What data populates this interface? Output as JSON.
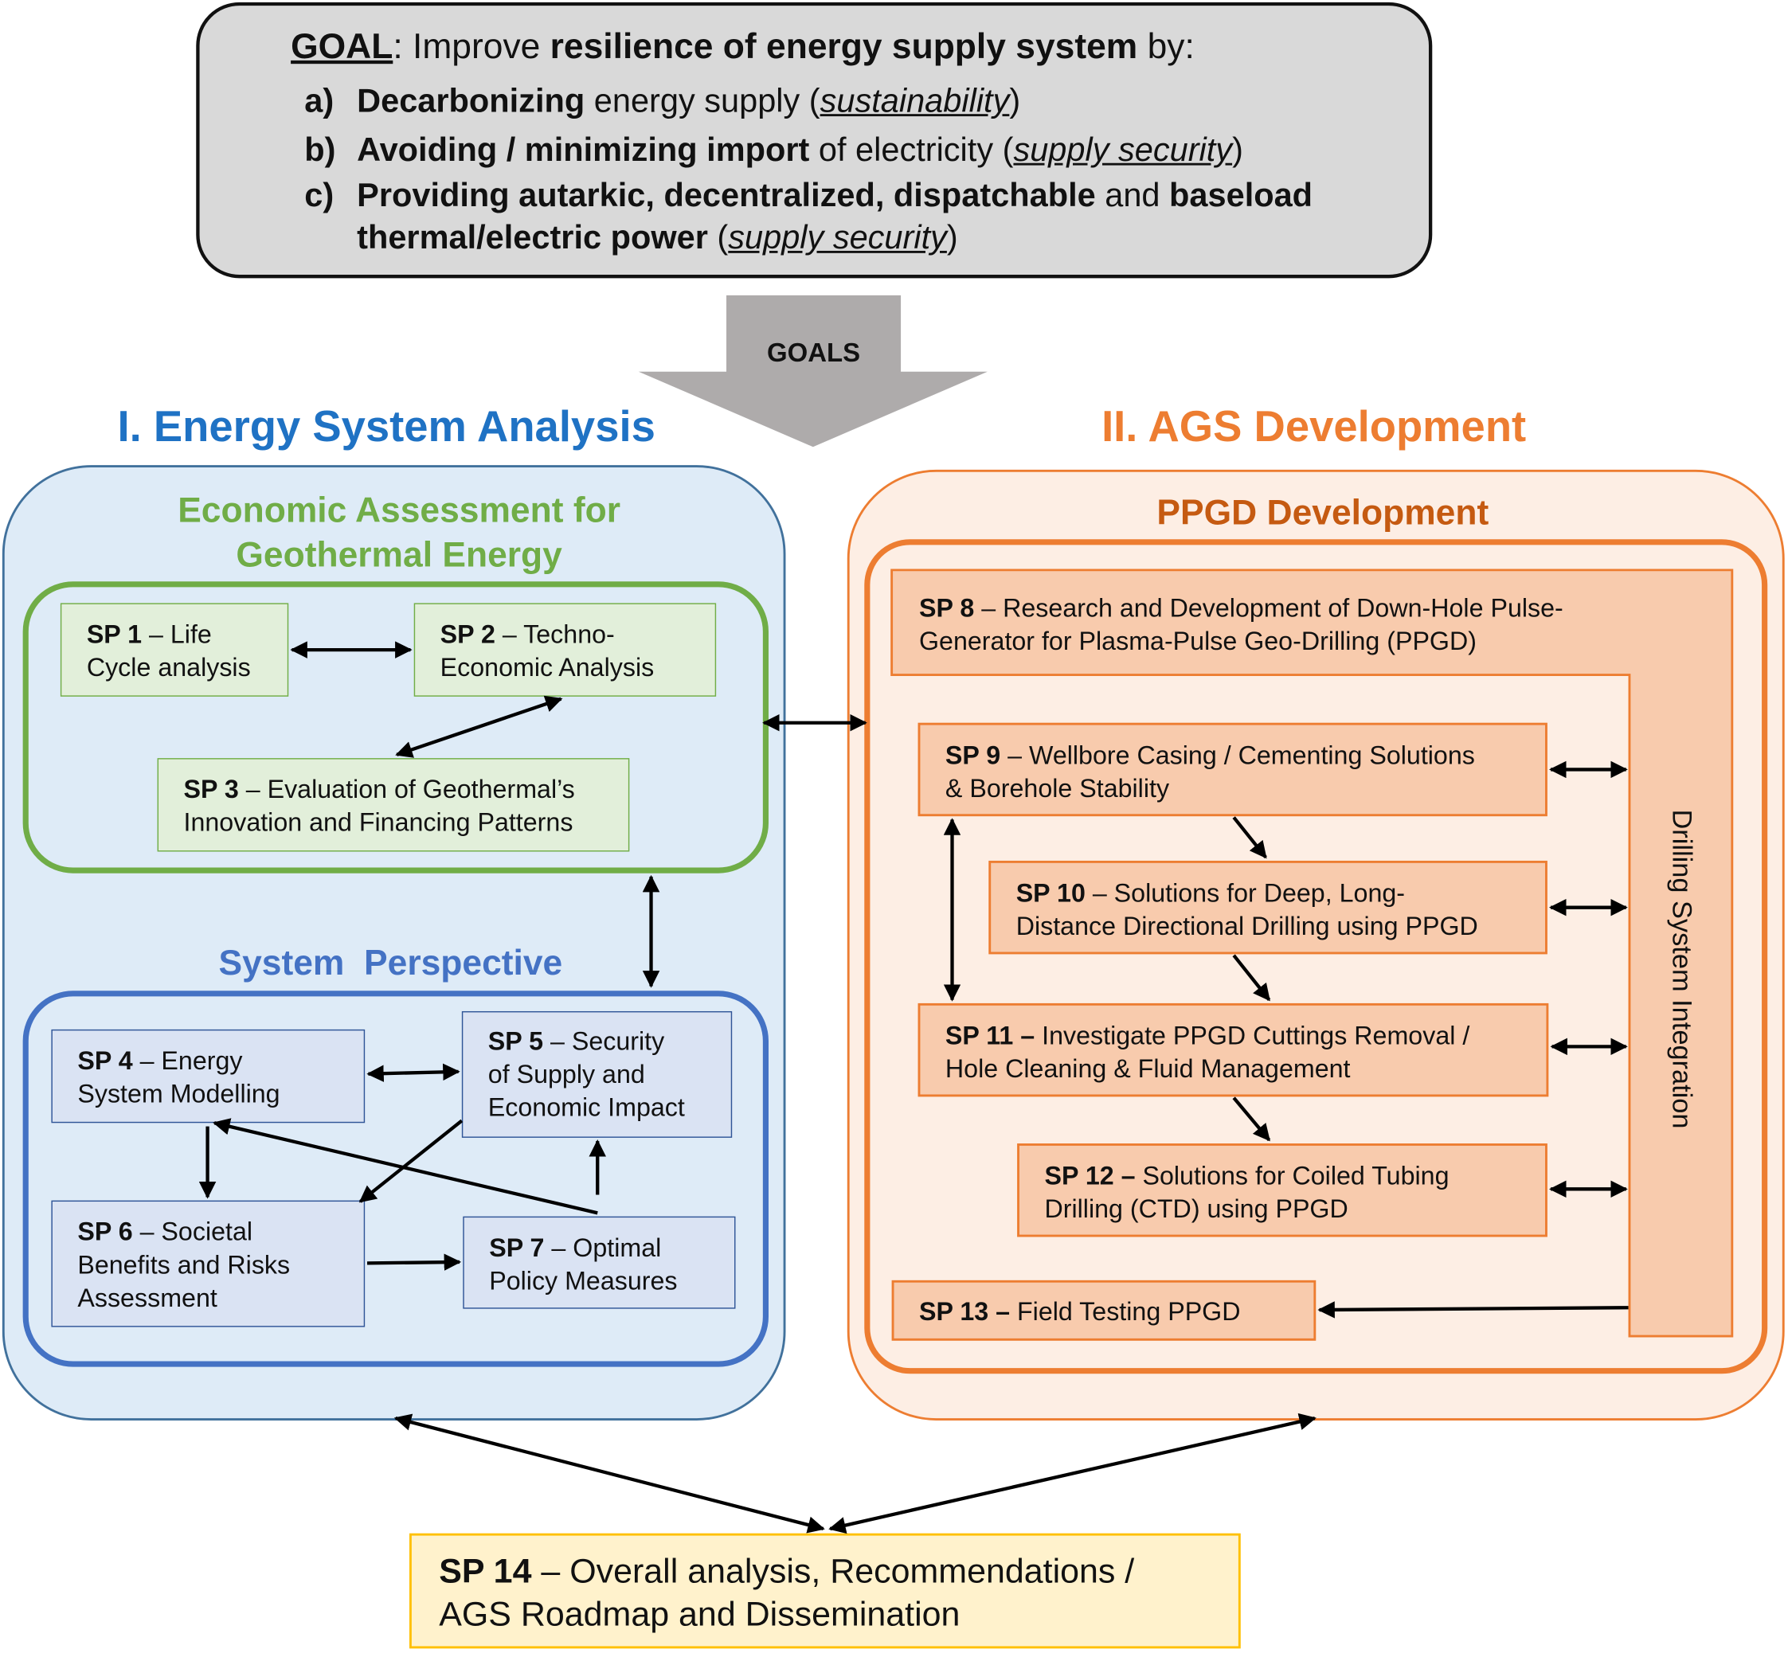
{
  "goal": {
    "heading_prefix": "GOAL",
    "heading_sep": ": Improve ",
    "heading_bold": "resilience of energy supply system",
    "heading_suffix": " by:",
    "items": [
      {
        "label": "a)",
        "bold": "Decarbonizing",
        "text": " energy supply (",
        "em": "sustainability",
        "end": ")"
      },
      {
        "label": "b)",
        "bold": "Avoiding / minimizing import",
        "text": " of electricity (",
        "em": "supply security",
        "end": ")"
      },
      {
        "label": "c)",
        "bold": "Providing autarkic, decentralized, dispatchable",
        "text": " and ",
        "bold2": "baseload"
      },
      {
        "bold": "thermal/electric power",
        "text": " (",
        "em": "supply security",
        "end": ")"
      }
    ]
  },
  "goals_arrow_label": "GOALS",
  "sections": {
    "left_title": "I. Energy System Analysis",
    "right_title": "II. AGS Development",
    "economic_title_1": "Economic Assessment for",
    "economic_title_2": "Geothermal Energy",
    "system_title": "System  Perspective",
    "ppgd_title": "PPGD Development",
    "drilling_integration": "Drilling System Integration"
  },
  "subprojects": {
    "sp1": {
      "id": "SP 1",
      "text1": " – Life",
      "text2": "Cycle analysis"
    },
    "sp2": {
      "id": "SP 2",
      "text1": " – Techno-",
      "text2": "Economic Analysis"
    },
    "sp3": {
      "id": "SP 3",
      "text1": " – Evaluation of Geothermal’s",
      "text2": "Innovation and Financing Patterns"
    },
    "sp4": {
      "id": "SP 4",
      "text1": " – Energy",
      "text2": "System Modelling"
    },
    "sp5": {
      "id": "SP 5",
      "text1": " – Security",
      "text2": "of Supply and",
      "text3": "Economic Impact"
    },
    "sp6": {
      "id": "SP 6",
      "text1": " – Societal",
      "text2": "Benefits and Risks",
      "text3": "Assessment"
    },
    "sp7": {
      "id": "SP 7",
      "text1": " – Optimal",
      "text2": "Policy Measures"
    },
    "sp8": {
      "id": "SP 8",
      "text1": " – Research and Development of Down-Hole Pulse-",
      "text2": "Generator for Plasma-Pulse Geo-Drilling (PPGD)"
    },
    "sp9": {
      "id": "SP 9",
      "text1": " – Wellbore Casing / Cementing Solutions",
      "text2": "& Borehole Stability"
    },
    "sp10": {
      "id": "SP 10",
      "text1": " – Solutions for Deep, Long-",
      "text2": "Distance Directional Drilling using PPGD"
    },
    "sp11": {
      "id": "SP 11 –",
      "text1": " Investigate PPGD Cuttings Removal /",
      "text2": "Hole Cleaning & Fluid Management"
    },
    "sp12": {
      "id": "SP 12 –",
      "text1": " Solutions for Coiled Tubing",
      "text2": "Drilling (CTD) using PPGD"
    },
    "sp13": {
      "id": "SP 13 –",
      "text1": " Field Testing PPGD"
    },
    "sp14": {
      "id": "SP 14",
      "text1": " – Overall analysis, Recommendations /",
      "text2": "AGS Roadmap and Dissemination"
    }
  },
  "colors": {
    "blue_title": "#1f72c4",
    "orange_title": "#ed7d31",
    "green_title": "#70ad47",
    "system_title": "#4472c4",
    "ppgd_title": "#c55a11"
  }
}
